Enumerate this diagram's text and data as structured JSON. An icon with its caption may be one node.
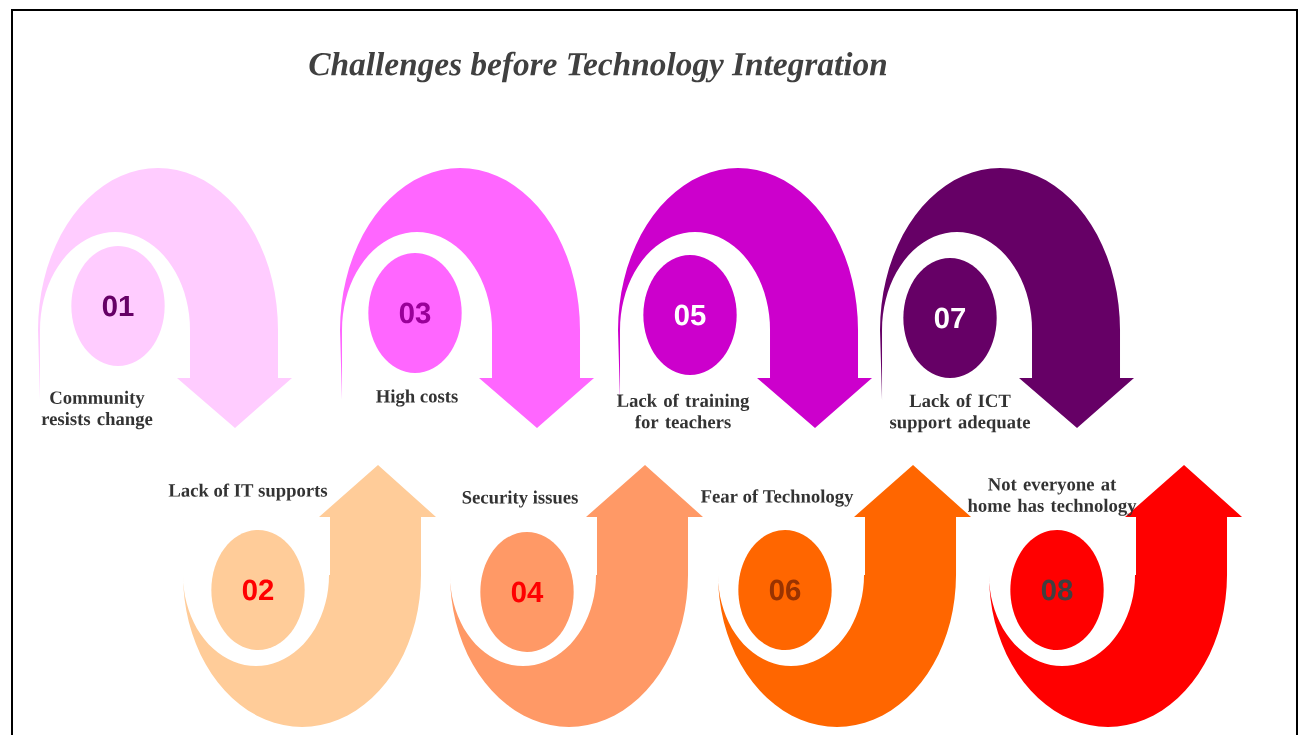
{
  "diagram": {
    "title": "Challenges before Technology Integration",
    "nodes": [
      {
        "text": [
          "01"
        ],
        "beside": [
          "Community resists change"
        ]
      },
      {
        "text": [
          "02"
        ],
        "beside": [
          "Lack of IT supports"
        ]
      },
      {
        "text": [
          "03"
        ],
        "beside": [
          "High costs"
        ]
      },
      {
        "text": [
          "04"
        ],
        "beside": [
          "Security issues"
        ]
      },
      {
        "text": [
          "05"
        ],
        "beside": [
          "Lack of training for teachers"
        ]
      },
      {
        "text": [
          "06"
        ],
        "beside": [
          "Fear of  Technology"
        ]
      },
      {
        "text": [
          "07"
        ],
        "beside": [
          "Lack of ICT support adequate"
        ]
      },
      {
        "text": [
          "08"
        ],
        "beside": [
          "Not everyone at home has technology"
        ]
      }
    ]
  }
}
